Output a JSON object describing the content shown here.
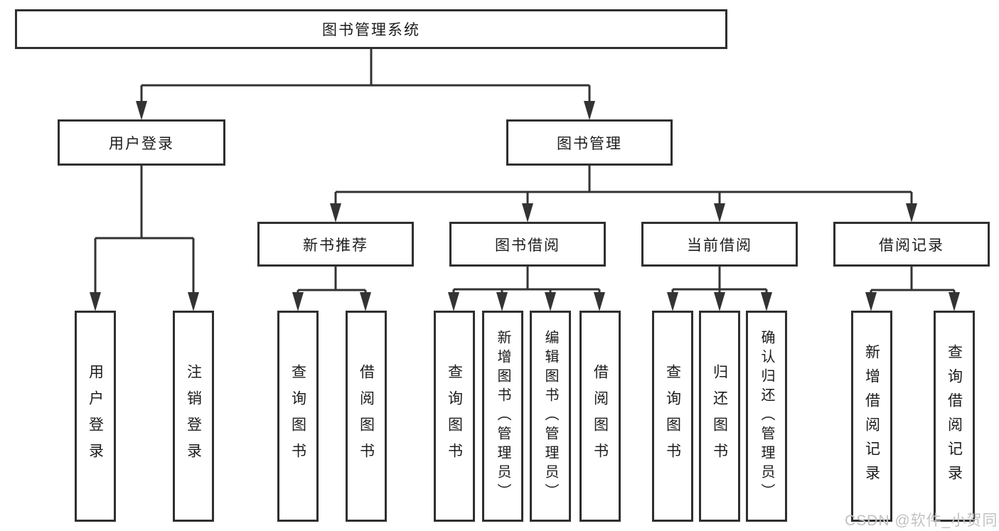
{
  "diagram": {
    "root": {
      "label": "图书管理系统"
    },
    "branches": [
      {
        "label": "用户登录",
        "children": [
          {
            "label": "用户登录"
          },
          {
            "label": "注销登录"
          }
        ]
      },
      {
        "label": "图书管理",
        "children": [
          {
            "label": "新书推荐",
            "children": [
              {
                "label": "查询图书"
              },
              {
                "label": "借阅图书"
              }
            ]
          },
          {
            "label": "图书借阅",
            "children": [
              {
                "label": "查询图书"
              },
              {
                "label": "新增图书（管理员）"
              },
              {
                "label": "编辑图书（管理员）"
              },
              {
                "label": "借阅图书"
              }
            ]
          },
          {
            "label": "当前借阅",
            "children": [
              {
                "label": "查询图书"
              },
              {
                "label": "归还图书"
              },
              {
                "label": "确认归还（管理员）"
              }
            ]
          },
          {
            "label": "借阅记录",
            "children": [
              {
                "label": "新增借阅记录"
              },
              {
                "label": "查询借阅记录"
              }
            ]
          }
        ]
      }
    ]
  },
  "watermark": {
    "text": "CSDN @软件_小贺同学"
  },
  "colors": {
    "line": "#333333",
    "box_border": "#2f2f2f",
    "text": "#1c1c1c",
    "watermark": "#c2c2c2",
    "background": "#ffffff"
  }
}
